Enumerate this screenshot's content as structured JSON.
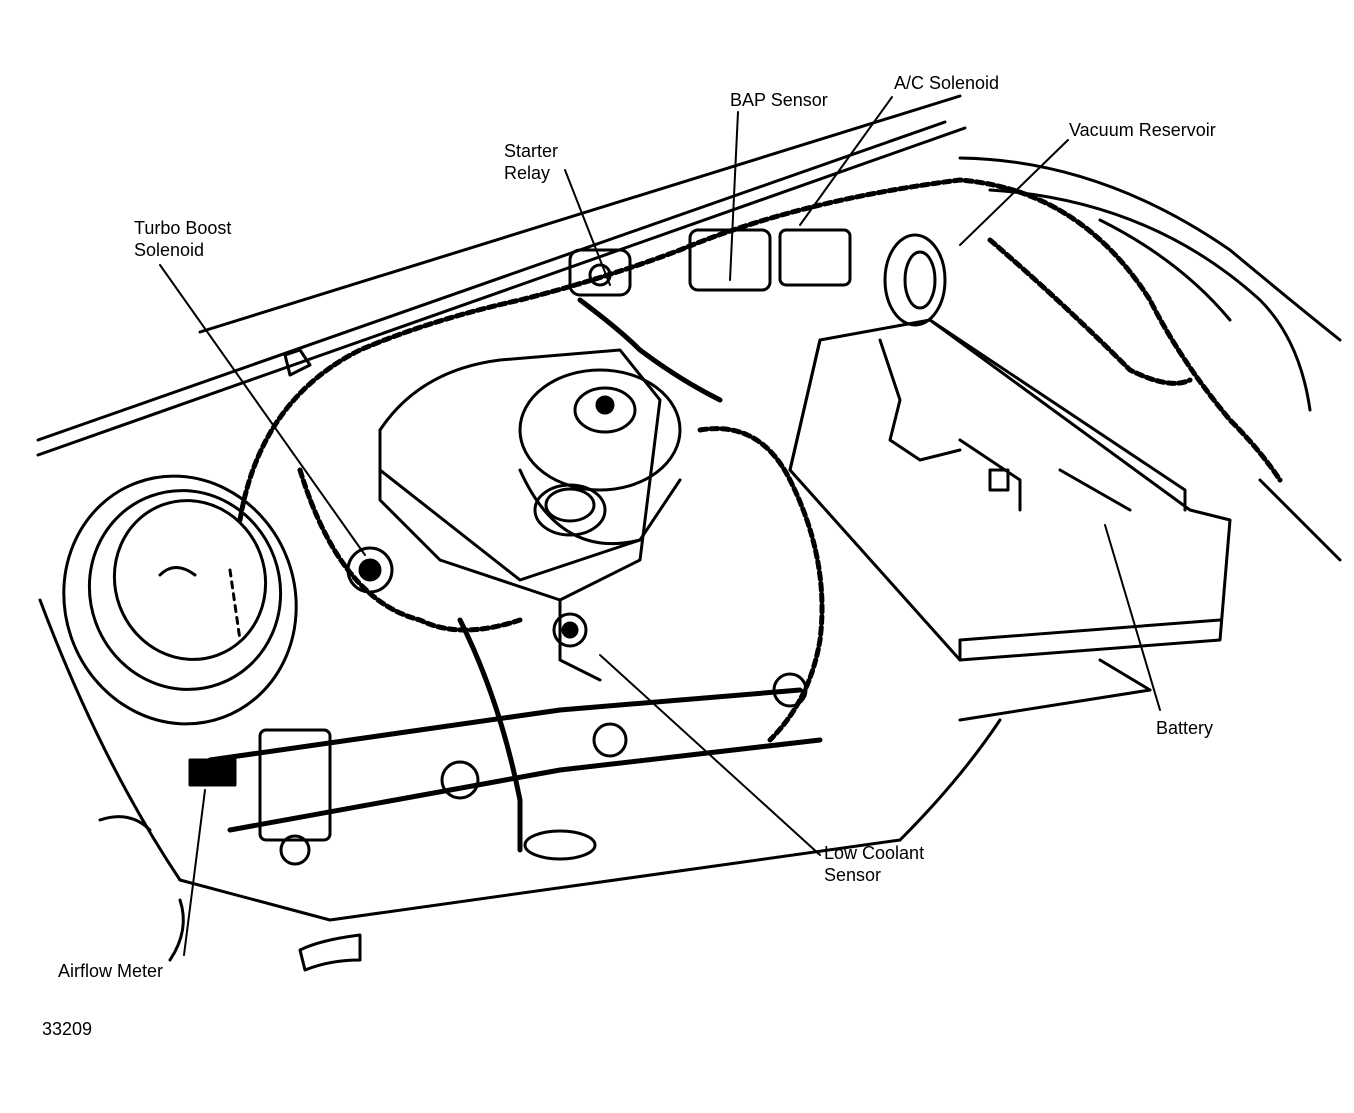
{
  "labels": {
    "bap_sensor": "BAP Sensor",
    "ac_solenoid": "A/C Solenoid",
    "vacuum_reservoir": "Vacuum Reservoir",
    "starter_relay_line1": "Starter",
    "starter_relay_line2": "Relay",
    "turbo_boost_line1": "Turbo Boost",
    "turbo_boost_line2": "Solenoid",
    "battery": "Battery",
    "low_coolant_line1": "Low Coolant",
    "low_coolant_line2": "Sensor",
    "airflow_meter": "Airflow Meter"
  },
  "figure_number": "33209"
}
